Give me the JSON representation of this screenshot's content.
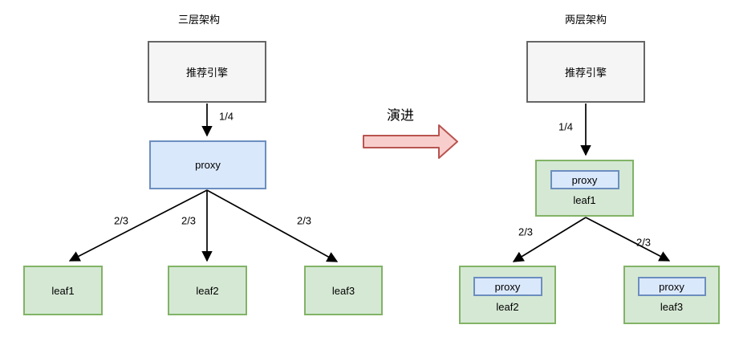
{
  "left_diagram": {
    "title": "三层架构",
    "engine": "推荐引擎",
    "proxy": "proxy",
    "leaf1": "leaf1",
    "leaf2": "leaf2",
    "leaf3": "leaf3",
    "edge_engine_to_proxy": "1/4",
    "edge_proxy_to_leaf1": "2/3",
    "edge_proxy_to_leaf2": "2/3",
    "edge_proxy_to_leaf3": "2/3"
  },
  "evolution": {
    "label": "演进"
  },
  "right_diagram": {
    "title": "两层架构",
    "engine": "推荐引擎",
    "node1": {
      "proxy": "proxy",
      "label": "leaf1"
    },
    "node2": {
      "proxy": "proxy",
      "label": "leaf2"
    },
    "node3": {
      "proxy": "proxy",
      "label": "leaf3"
    },
    "edge_engine_to_leaf1": "1/4",
    "edge_leaf1_to_leaf2": "2/3",
    "edge_leaf1_to_leaf3": "2/3"
  },
  "colors": {
    "engine_fill": "#f5f5f5",
    "engine_border": "#666666",
    "proxy_fill": "#dae8fc",
    "proxy_border": "#6c8ebf",
    "leaf_fill": "#d5e8d4",
    "leaf_border": "#82b366",
    "evolution_fill": "#f8cecc",
    "evolution_border": "#b85450",
    "arrow_color": "#000000"
  }
}
